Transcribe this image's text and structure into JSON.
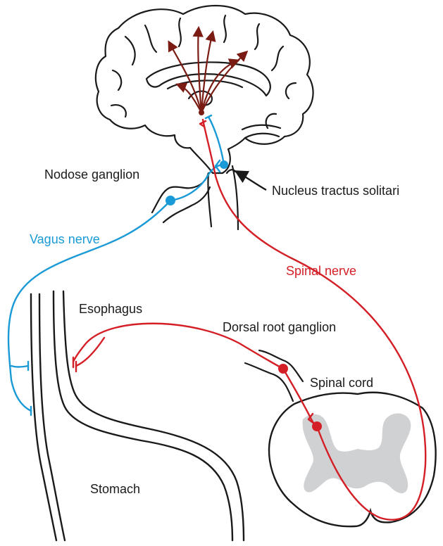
{
  "colors": {
    "outline": "#1a1a1a",
    "vagus": "#1a9ad6",
    "spinal": "#d41f26",
    "central": "#7a1c14",
    "gray_matter": "#d0d1d3",
    "background": "#ffffff"
  },
  "labels": {
    "nodose_ganglion": "Nodose ganglion",
    "nucleus_tractus_solitari": "Nucleus tractus solitari",
    "vagus_nerve": "Vagus nerve",
    "spinal_nerve": "Spinal nerve",
    "esophagus": "Esophagus",
    "dorsal_root_ganglion": "Dorsal root ganglion",
    "spinal_cord": "Spinal cord",
    "stomach": "Stomach"
  }
}
